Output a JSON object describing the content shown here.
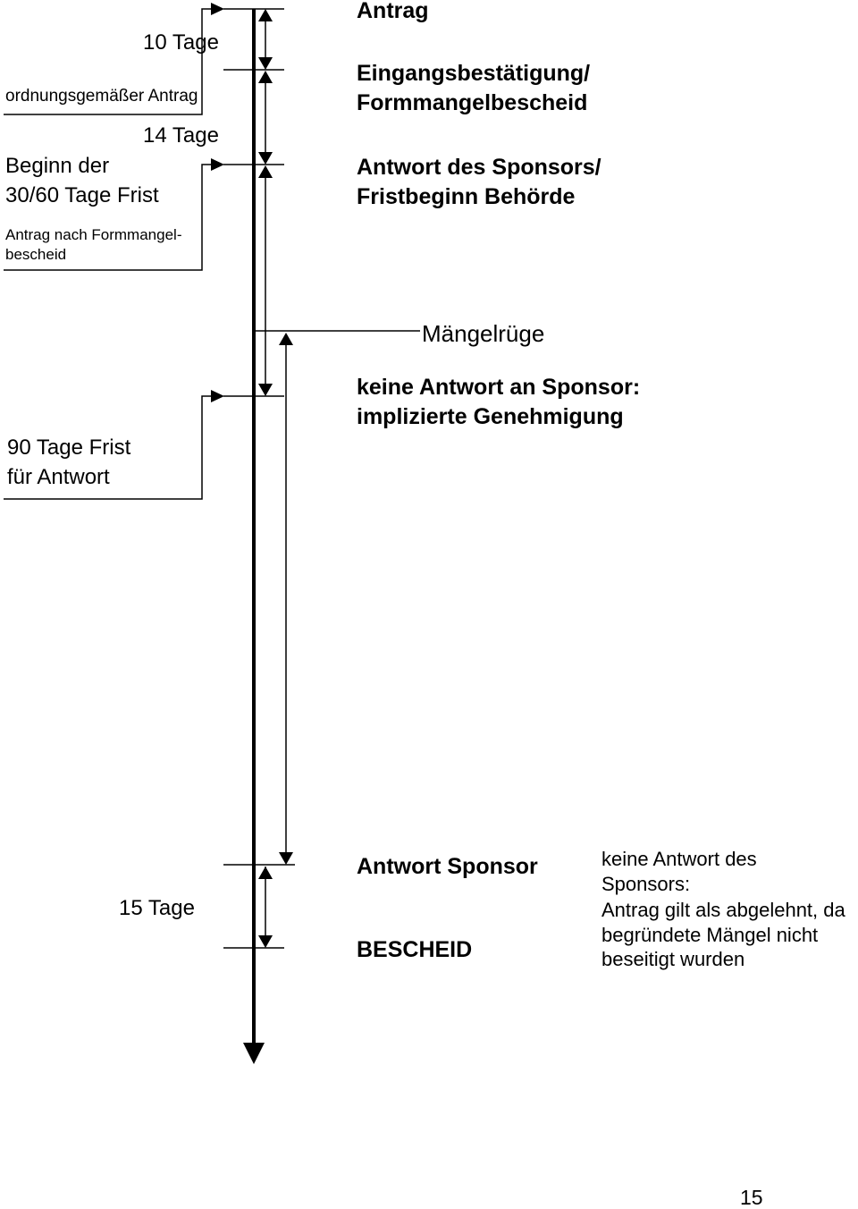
{
  "labels": {
    "antrag": "Antrag",
    "eingang_line1": "Eingangsbestätigung/",
    "eingang_line2": "Formmangelbescheid",
    "antwort_line1": "Antwort des Sponsors/",
    "antwort_line2": "Fristbeginn Behörde",
    "maengelruege": "Mängelrüge",
    "keine_line1": "keine Antwort an Sponsor:",
    "keine_line2": "implizierte Genehmigung",
    "antwort_sponsor": "Antwort Sponsor",
    "bescheid": "BESCHEID",
    "abgelehnt_line1": "keine Antwort des",
    "abgelehnt_line2": "Sponsors:",
    "abgelehnt_line3": "Antrag gilt als abgelehnt, da",
    "abgelehnt_line4": "begründete Mängel nicht",
    "abgelehnt_line5": "beseitigt wurden"
  },
  "side": {
    "tage10": "10 Tage",
    "ordnungsgemaess": "ordnungsgemäßer Antrag",
    "tage14": "14 Tage",
    "beginn_line1": "Beginn der",
    "beginn_line2": "30/60 Tage Frist",
    "nach_line1": "Antrag nach Formmangel-",
    "nach_line2": "bescheid",
    "frist90_line1": "90 Tage Frist",
    "frist90_line2": "für Antwort",
    "tage15": "15 Tage"
  },
  "page_number": "15"
}
